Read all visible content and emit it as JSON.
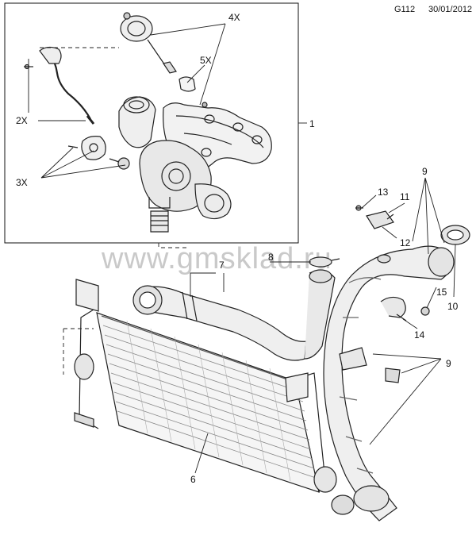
{
  "header": {
    "code": "G112",
    "date": "30/01/2012"
  },
  "watermark": "www.gmsklad.ru",
  "callouts": {
    "c1": "1",
    "c2x": "2X",
    "c3x": "3X",
    "c4x": "4X",
    "c5x": "5X",
    "c6": "6",
    "c7": "7",
    "c8": "8",
    "c9a": "9",
    "c9b": "9",
    "c10": "10",
    "c11": "11",
    "c12": "12",
    "c13": "13",
    "c14": "14",
    "c15": "15"
  }
}
